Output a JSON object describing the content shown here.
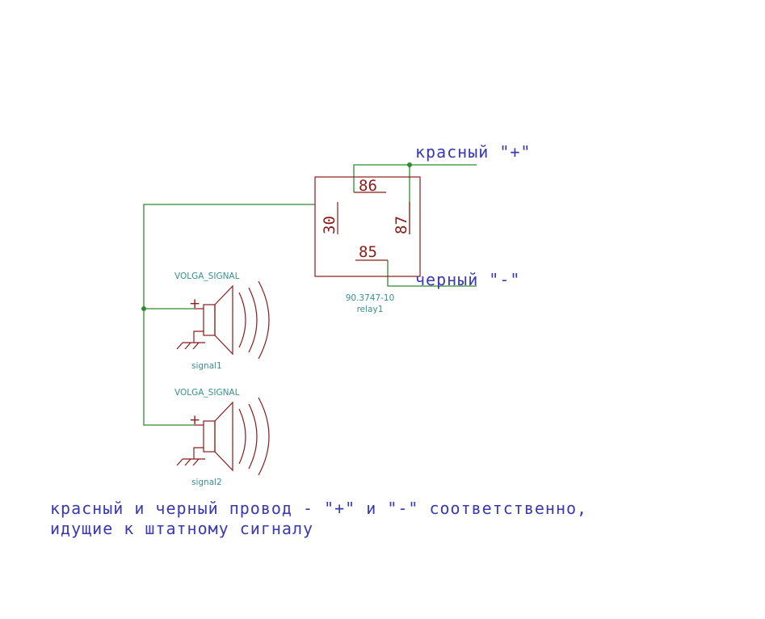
{
  "relay": {
    "value": "90.3747-10",
    "reference": "relay1",
    "pins": {
      "p86": "86",
      "p30": "30",
      "p87": "87",
      "p85": "85"
    }
  },
  "net_labels": {
    "red_plus": "красный \"+\"",
    "black_minus": "черный \"-\""
  },
  "horns": [
    {
      "value": "VOLGA_SIGNAL",
      "reference": "signal1",
      "plus": "+"
    },
    {
      "value": "VOLGA_SIGNAL",
      "reference": "signal2",
      "plus": "+"
    }
  ],
  "note": {
    "line1": "красный и черный провод - \"+\" и \"-\" соответственно,",
    "line2": "идущие к штатному сигналу"
  },
  "colors": {
    "component": "#8b1a1a",
    "wire": "#2e8b2e",
    "label": "#3a3ab0",
    "field": "#3a8f8f"
  }
}
